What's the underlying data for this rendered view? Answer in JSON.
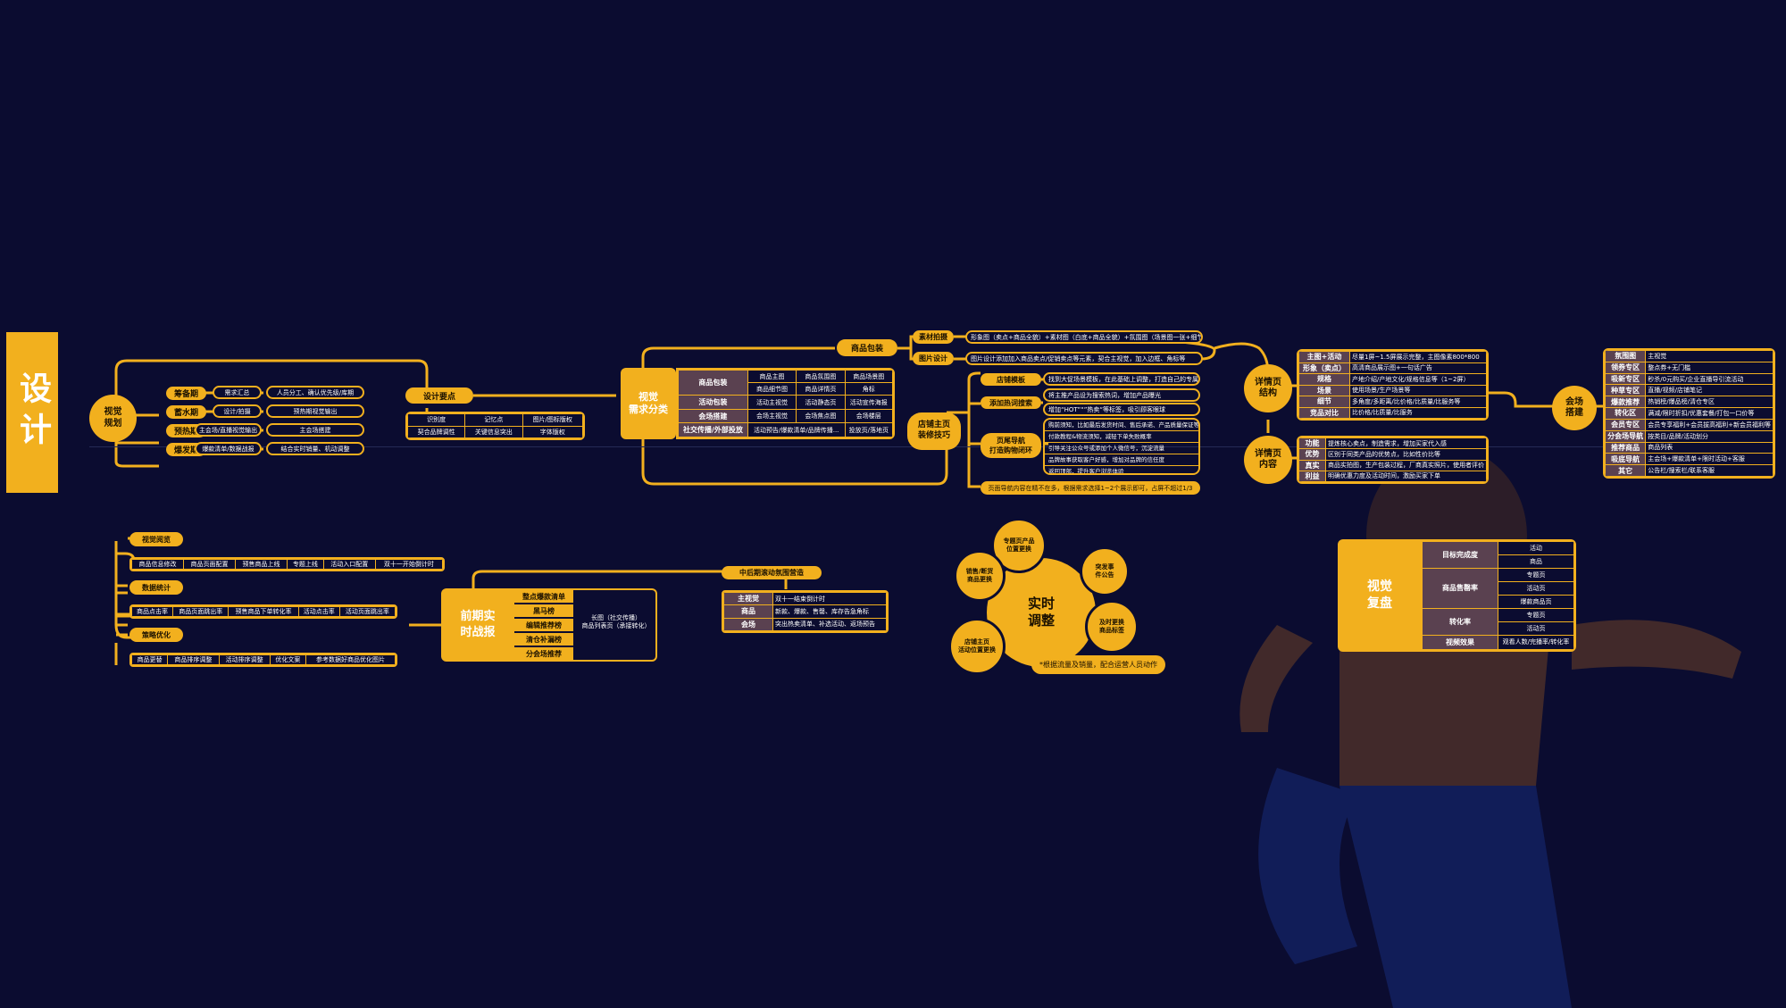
{
  "side_title": "设计",
  "visual_plan": {
    "root": "视觉\n规划",
    "phases": [
      {
        "label": "筹备期",
        "a": "需求汇总",
        "b": "人员分工、确认优先级/库期"
      },
      {
        "label": "蓄水期",
        "a": "设计/拍摄",
        "b": "预热期视觉输出"
      },
      {
        "label": "预热期",
        "a": "主会场/直播视觉输出",
        "b": "主会场搭建"
      },
      {
        "label": "爆发期",
        "a": "爆款清单/数据战报",
        "b": "结合实时销量、机动调整"
      }
    ],
    "design_points": {
      "label": "设计要点",
      "cells": [
        "识别度",
        "记忆点",
        "图片/图标版权",
        "契合品牌调性",
        "关键信息突出",
        "字体版权"
      ]
    }
  },
  "needs": {
    "root": "视觉\n需求分类",
    "rows": [
      {
        "label": "商品包装",
        "cells": [
          "商品主图",
          "商品氛围图",
          "商品场景图"
        ]
      },
      {
        "label": "",
        "cells": [
          "商品细节图",
          "商品详情页",
          "角标"
        ]
      },
      {
        "label": "活动包装",
        "cells": [
          "活动主视觉",
          "活动静态页",
          "活动宣传海报"
        ]
      },
      {
        "label": "会场搭建",
        "cells": [
          "会场主视觉",
          "会场焦点图",
          "会场楼层"
        ]
      },
      {
        "label": "社交传播/外部投放",
        "cells": [
          "活动预告/爆款清单/品牌传播...",
          "",
          "投放页/落地页"
        ]
      }
    ],
    "pack": {
      "label": "商品包装",
      "items": [
        {
          "label": "素材拍摄",
          "text": "形象图（卖点+商品全貌）+素材图（白底+商品全貌）+氛围图（场景图一张+细节图若干）"
        },
        {
          "label": "图片设计",
          "text": "图片设计添加加入商品卖点/促销卖点等元素，契合主视觉，加入边框、角标等"
        }
      ]
    }
  },
  "store": {
    "root": "店铺主页\n装修技巧",
    "items": [
      {
        "label": "店铺模板",
        "texts": [
          "找到大促场景模板，在此基础上调整，打造自己的专属主页"
        ]
      },
      {
        "label": "添加热词搜索",
        "texts": [
          "将主推产品设为搜索热词，增加产品曝光",
          "增加“HOT”“”热卖“等标签，吸引顾客眼球"
        ]
      },
      {
        "label": "页尾导航\n打造购物闭环",
        "texts": [
          "购前须知，比如最后发货时间、售后承诺、产品质量保证等",
          "付款教程&物流须知，减轻下单失败概率",
          "引导关注公众号或添加个人微信号，沉淀流量",
          "品牌故事获取客户好感，增加对品牌的信任度",
          "返回顶部，提升客户浏览体验"
        ]
      }
    ],
    "note": "页面导航内容在精不在多，根据需求选择1~2个展示即可，占屏不超过1/3"
  },
  "detail": {
    "structure": {
      "root": "详情页\n结构",
      "rows": [
        {
          "label": "主图+活动",
          "text": "尽量1屏~1.5屏展示完整，主图像素800*800"
        },
        {
          "label": "形象（卖点）",
          "text": "高清商品展示图+一句话广告"
        },
        {
          "label": "规格",
          "text": "产地介绍/产地文化/规格信息等（1~2屏）"
        },
        {
          "label": "场景",
          "text": "使用场景/生产场景等"
        },
        {
          "label": "细节",
          "text": "多角度/多距离/比价格/比质量/比服务等"
        },
        {
          "label": "竞品对比",
          "text": "比价格/比质量/比服务"
        }
      ]
    },
    "content": {
      "root": "详情页\n内容",
      "rows": [
        {
          "label": "功能",
          "text": "提炼核心卖点，制造需求，增加买家代入感"
        },
        {
          "label": "优势",
          "text": "区别于同类产品的优势点，比如性价比等"
        },
        {
          "label": "真实",
          "text": "商品实拍图，生产包装过程，厂商真实照片，使用者评价"
        },
        {
          "label": "利益",
          "text": "明确优惠力度及活动时间，激励买家下单"
        }
      ]
    }
  },
  "venue": {
    "root": "会场\n搭建",
    "rows": [
      {
        "label": "氛围图",
        "text": "主视觉"
      },
      {
        "label": "领券专区",
        "text": "整点券+无门槛"
      },
      {
        "label": "吸新专区",
        "text": "秒杀/0元购买/企业直播导引流活动"
      },
      {
        "label": "种草专区",
        "text": "直播/视频/店铺笔记"
      },
      {
        "label": "爆款推荐",
        "text": "热销榜/爆品榜/清仓专区"
      },
      {
        "label": "转化区",
        "text": "满减/限时折扣/优惠套餐/打包一口价等"
      },
      {
        "label": "会员专区",
        "text": "会员专享福利+会员拔高福利+新会员福利等"
      },
      {
        "label": "分会场导航",
        "text": "按类目/品牌/活动划分"
      },
      {
        "label": "推荐商品",
        "text": "商品列表"
      },
      {
        "label": "吸底导航",
        "text": "主会场+爆款清单+限时活动+客服"
      },
      {
        "label": "其它",
        "text": "公告栏/搜索栏/联系客服"
      }
    ]
  },
  "report": {
    "root": "前期实\n时战报",
    "branches": [
      {
        "label": "视觉阅览",
        "cells": [
          "商品信息修改",
          "商品页面配置",
          "预售商品上线",
          "专题上线",
          "活动入口配置",
          "双十一开始倒计时"
        ]
      },
      {
        "label": "数据统计",
        "cells": [
          "商品点击率",
          "商品页面跳出率",
          "预售商品下单转化率",
          "活动点击率",
          "活动页面跳出率"
        ]
      },
      {
        "label": "策略优化",
        "cells": [
          "商品更替",
          "商品排序调整",
          "活动排序调整",
          "优化文案",
          "参考数据好商品优化图片"
        ]
      }
    ],
    "list": [
      "整点爆款清单",
      "黑马榜",
      "编辑推荐榜",
      "清仓补漏榜",
      "分会场推荐"
    ],
    "list_note": "长图（社交传播）\n商品列表页（承接转化）",
    "mid": {
      "label": "中后期滚动氛围营造",
      "rows": [
        {
          "label": "主视觉",
          "text": "双十一结束倒计时"
        },
        {
          "label": "商品",
          "text": "新款、爆款、售罄、库存告急角标"
        },
        {
          "label": "会场",
          "text": "突出热卖清单、补选活动、返场预告"
        }
      ]
    }
  },
  "realtime": {
    "root": "实时\n调整",
    "petals": [
      "专题页产品\n位置更换",
      "突发事\n件公告",
      "及时更换\n商品标签",
      "店铺主页\n活动位置更换",
      "销售/断货\n商品更换"
    ],
    "note": "*根据流量及销量，配合运营人员动作"
  },
  "review": {
    "root": "视觉\n复盘",
    "rows": [
      {
        "label": "目标完成度",
        "subs": [
          "活动",
          "商品"
        ]
      },
      {
        "label": "商品售罄率",
        "subs": [
          "专题页",
          "活动页",
          "爆款商品页"
        ]
      },
      {
        "label": "转化率",
        "subs": [
          "专题页",
          "活动页"
        ]
      },
      {
        "label": "视频效果",
        "subs": [
          "观看人数/完播率/转化率"
        ]
      }
    ]
  }
}
